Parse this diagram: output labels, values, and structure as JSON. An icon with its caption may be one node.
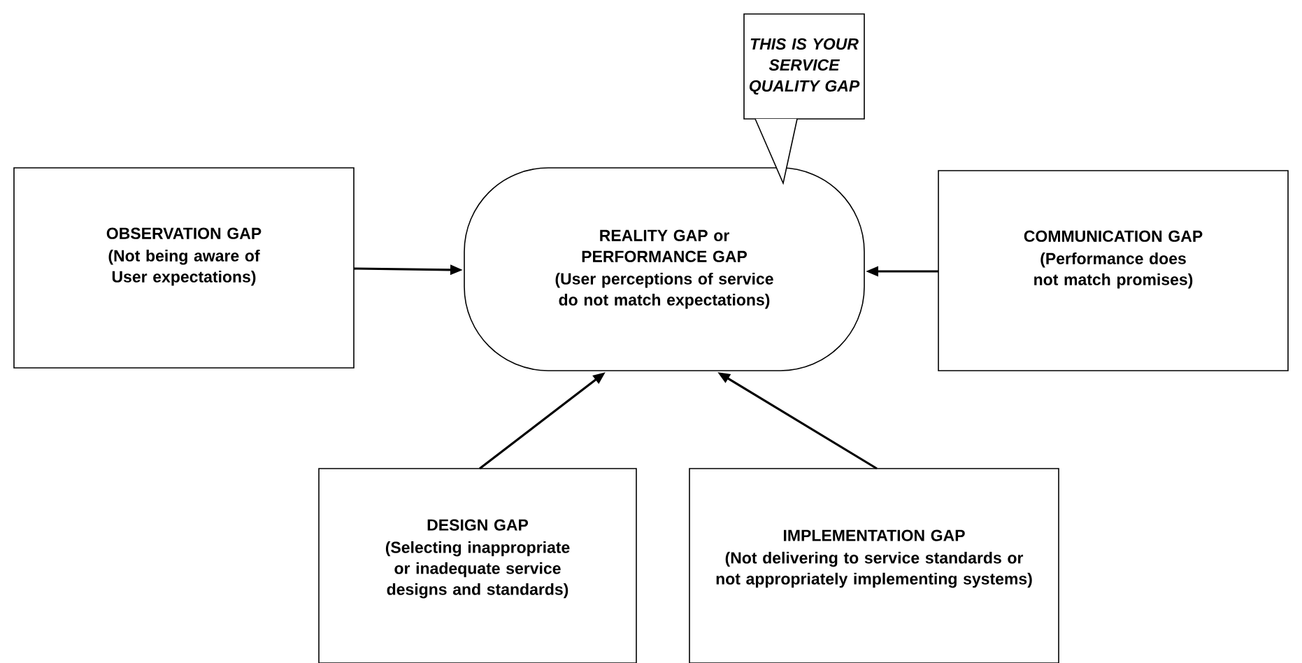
{
  "diagram": {
    "nodes": [
      {
        "text": [
          "THIS IS YOUR SERVICE QUALITY GAP"
        ]
      },
      {
        "text": [
          "REALITY GAP or PERFORMANCE GAP",
          "(User perceptions of service do not match expectations)"
        ]
      },
      {
        "text": [
          "OBSERVATION GAP",
          "(Not being aware of User expectations)"
        ]
      },
      {
        "text": [
          "COMMUNICATION GAP",
          "(Performance does not match promises)"
        ]
      },
      {
        "text": [
          "DESIGN GAP",
          "(Selecting inappropriate or inadequate service designs and standards)"
        ]
      },
      {
        "text": [
          "IMPLEMENTATION GAP",
          "(Not delivering to service standards or not appropriately implementing systems)"
        ]
      }
    ],
    "edges": [
      {
        "from": 0,
        "to": 1,
        "arrow": "to"
      },
      {
        "from": 2,
        "to": 1,
        "arrow": "to"
      },
      {
        "from": 3,
        "to": 1,
        "arrow": "to"
      },
      {
        "from": 4,
        "to": 1,
        "arrow": "to"
      },
      {
        "from": 5,
        "to": 1,
        "arrow": "to"
      }
    ]
  }
}
